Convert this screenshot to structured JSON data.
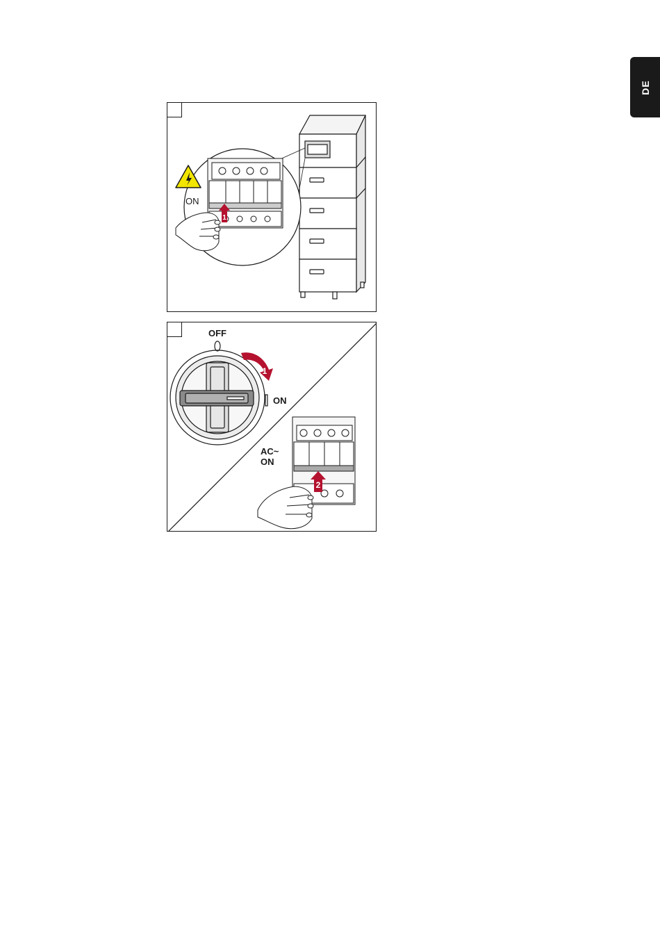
{
  "language_tab": {
    "label": "DE"
  },
  "figure1": {
    "on_label": "ON",
    "step_badge": "1"
  },
  "figure2": {
    "off_label": "OFF",
    "on_label": "ON",
    "ac_label_line1": "AC~",
    "ac_label_line2": "ON",
    "rotate_step": "1",
    "push_step": "2"
  },
  "colors": {
    "accent_red": "#b5122f",
    "warning_yellow": "#f2e600",
    "line": "#1a1a1a"
  }
}
